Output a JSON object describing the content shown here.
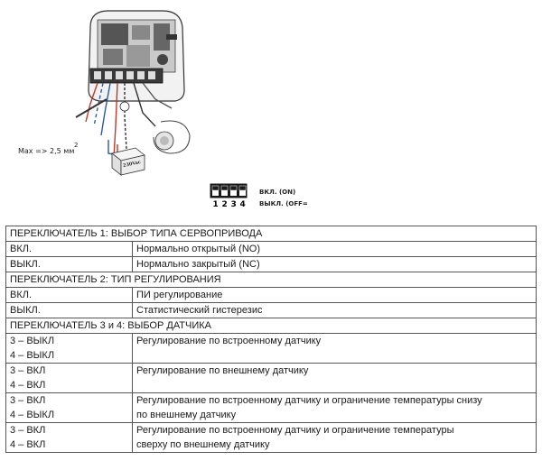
{
  "illustration": {
    "max_label": "Max => 2,5 мм",
    "max_exponent": "2",
    "voltage_label": "230Vac"
  },
  "dip_switch": {
    "numbers": [
      "1",
      "2",
      "3",
      "4"
    ],
    "on_label": "ВКЛ. (ON)",
    "off_label": "ВЫКЛ. (OFF="
  },
  "table": {
    "sections": [
      {
        "title": "ПЕРЕКЛЮЧАТЕЛЬ 1: ВЫБОР ТИПА СЕРВОПРИВОДА",
        "rows": [
          {
            "state": [
              "ВКЛ."
            ],
            "description": [
              "Нормально открытый (NO)"
            ]
          },
          {
            "state": [
              "ВЫКЛ."
            ],
            "description": [
              "Нормально закрытый (NC)"
            ]
          }
        ]
      },
      {
        "title": "ПЕРЕКЛЮЧАТЕЛЬ 2: ТИП РЕГУЛИРОВАНИЯ",
        "rows": [
          {
            "state": [
              "ВКЛ."
            ],
            "description": [
              "ПИ регулирование"
            ]
          },
          {
            "state": [
              "ВЫКЛ."
            ],
            "description": [
              "Статистический гистерезис"
            ]
          }
        ]
      },
      {
        "title": "ПЕРЕКЛЮЧАТЕЛЬ 3 и 4: ВЫБОР ДАТЧИКА",
        "rows": [
          {
            "state": [
              "3 – ВЫКЛ",
              "4 – ВЫКЛ"
            ],
            "description": [
              "Регулирование по встроенному датчику"
            ]
          },
          {
            "state": [
              "3 – ВКЛ",
              "4 – ВКЛ"
            ],
            "description": [
              "Регулирование по внешнему датчику"
            ]
          },
          {
            "state": [
              "3 – ВКЛ",
              "4 – ВЫКЛ"
            ],
            "description": [
              "Регулирование по встроенному датчику и ограничение температуры снизу",
              "по внешнему датчику"
            ]
          },
          {
            "state": [
              "3 – ВКЛ",
              "4 – ВКЛ"
            ],
            "description": [
              "Регулирование по встроенному датчику и ограничение температуры",
              "сверху по внешнему датчику"
            ]
          }
        ]
      }
    ]
  }
}
